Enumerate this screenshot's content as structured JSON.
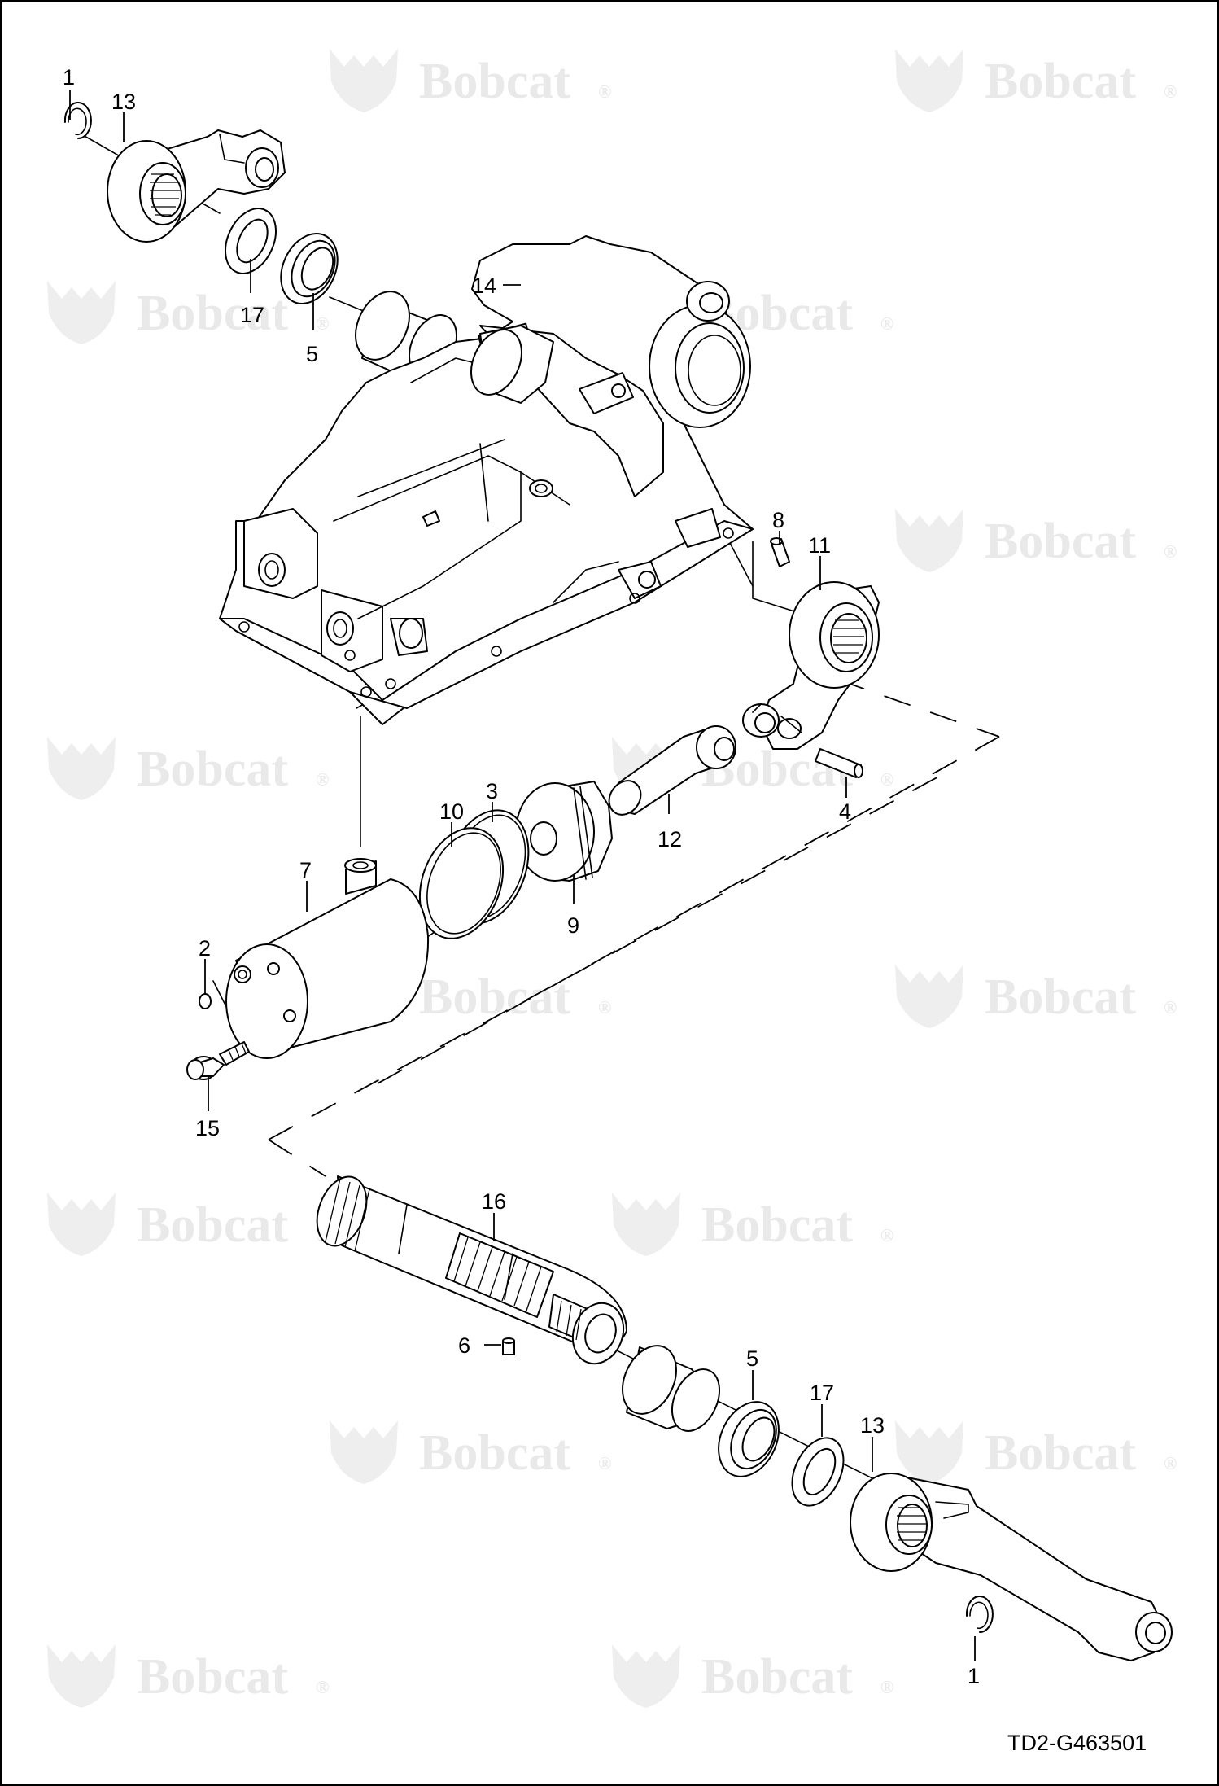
{
  "watermark": {
    "brand": "Bobcat",
    "mark": "®"
  },
  "drawing_code": "TD2-G463501",
  "callouts": [
    {
      "id": "c1-top",
      "label": "1"
    },
    {
      "id": "c13-top",
      "label": "13"
    },
    {
      "id": "c17-top",
      "label": "17"
    },
    {
      "id": "c5-top",
      "label": "5"
    },
    {
      "id": "c14",
      "label": "14"
    },
    {
      "id": "c8",
      "label": "8"
    },
    {
      "id": "c11",
      "label": "11"
    },
    {
      "id": "c4",
      "label": "4"
    },
    {
      "id": "c12",
      "label": "12"
    },
    {
      "id": "c3",
      "label": "3"
    },
    {
      "id": "c10",
      "label": "10"
    },
    {
      "id": "c9",
      "label": "9"
    },
    {
      "id": "c7",
      "label": "7"
    },
    {
      "id": "c2",
      "label": "2"
    },
    {
      "id": "c15",
      "label": "15"
    },
    {
      "id": "c16",
      "label": "16"
    },
    {
      "id": "c6",
      "label": "6"
    },
    {
      "id": "c5-bottom",
      "label": "5"
    },
    {
      "id": "c17-bottom",
      "label": "17"
    },
    {
      "id": "c13-bottom",
      "label": "13"
    },
    {
      "id": "c1-bottom",
      "label": "1"
    }
  ]
}
